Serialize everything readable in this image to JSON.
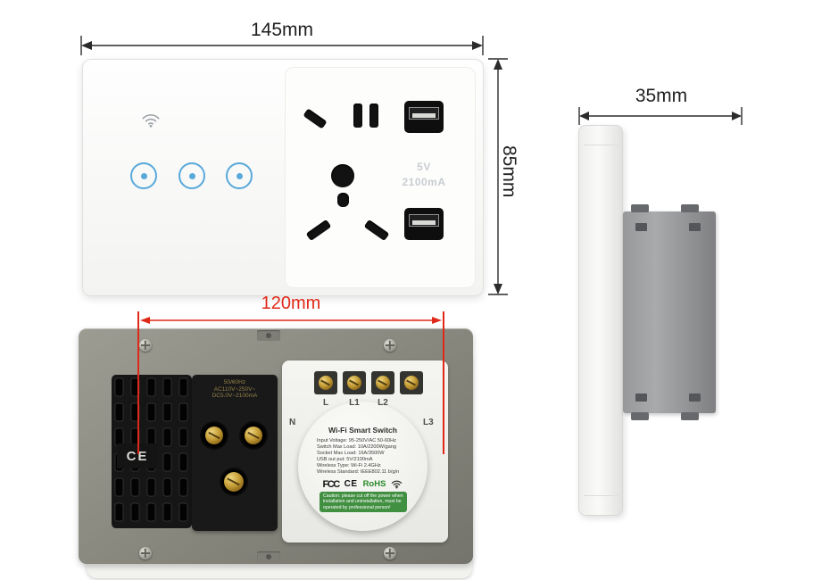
{
  "dimensions": {
    "front_width": "145mm",
    "front_height": "85mm",
    "side_depth": "35mm",
    "back_width": "120mm"
  },
  "front": {
    "usb_volts": "5V",
    "usb_current": "2100mA"
  },
  "back": {
    "ce_mark": "CE",
    "info": [
      "50/60Hz",
      "AC110V~250V~",
      "DC5.0V~2100mA"
    ],
    "terminals": {
      "n": "N",
      "l": "L",
      "l1": "L1",
      "l2": "L2",
      "l3": "L3"
    },
    "module": {
      "title": "Wi-Fi Smart Switch",
      "specs": [
        "Input Voltage: 95-250V/AC 50-60Hz",
        "Switch Max Load: 10A/2200W/gang",
        "Socket Max Load: 16A/3500W",
        "USB out put: 5V/2100mA",
        "Wireless Type: Wi-Fi 2.4GHz",
        "Wireless Standard: IEEE802.11 b/g/n"
      ],
      "certs": {
        "fcc": "FCC",
        "ce": "CE",
        "rohs": "RoHS"
      },
      "caution": "Caution: please cut off the power when installation and uninstallation, must be operated by professional person!"
    }
  },
  "colors": {
    "touch_accent": "#58a9da",
    "dimension_red": "#e02818",
    "rohs_green": "#2a8a2a",
    "caution_green": "#418f41"
  }
}
